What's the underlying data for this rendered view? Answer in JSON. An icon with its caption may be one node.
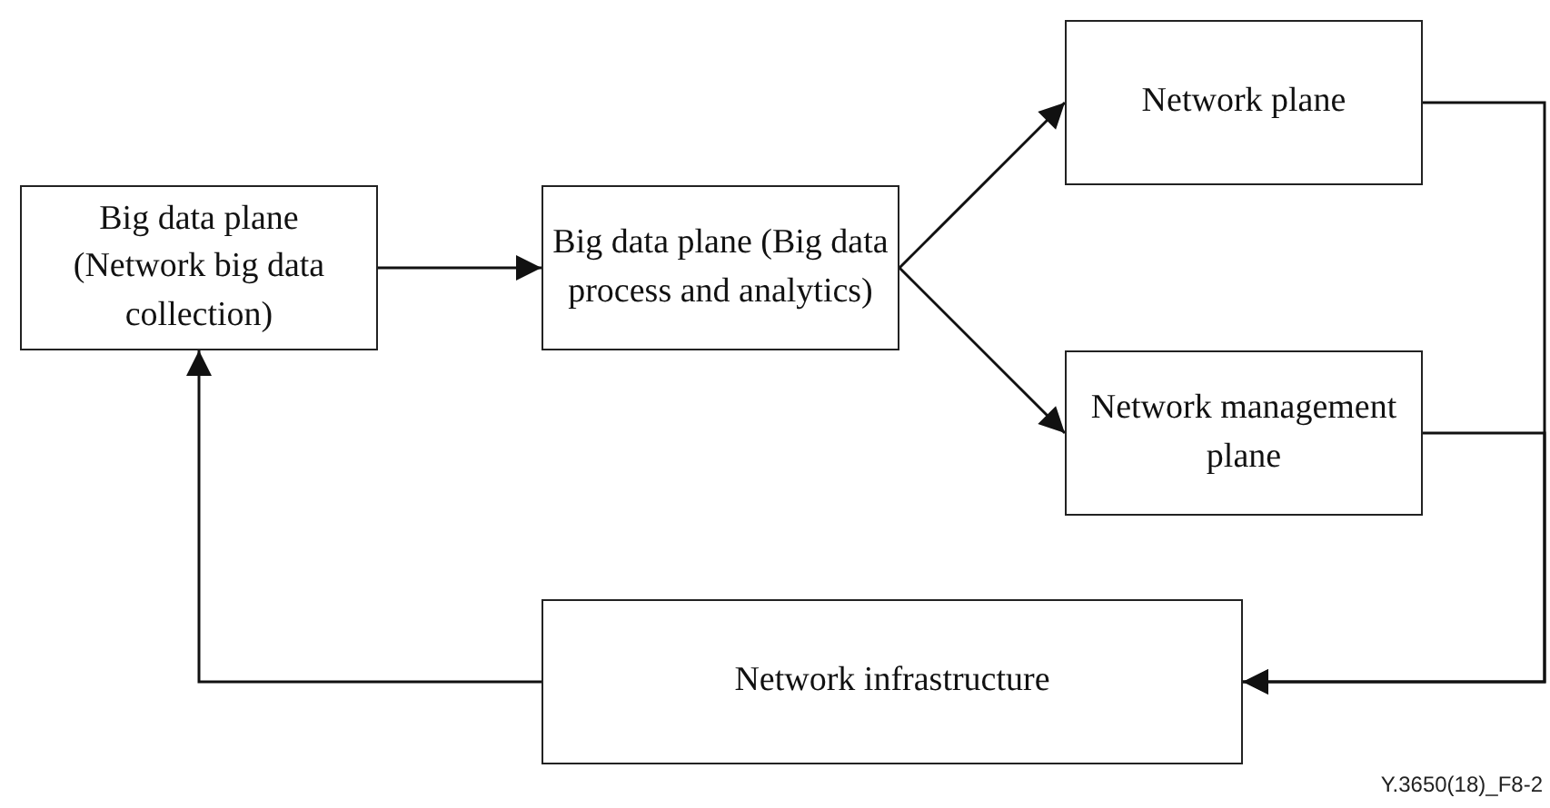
{
  "diagram": {
    "nodes": [
      {
        "text": [
          "Big data plane (Network big data collection)"
        ]
      },
      {
        "text": [
          "Big data plane (Big data process and analytics)"
        ]
      },
      {
        "text": [
          "Network plane"
        ]
      },
      {
        "text": [
          "Network management plane"
        ]
      },
      {
        "text": [
          "Network infrastructure"
        ]
      }
    ],
    "edges": [
      {
        "from": 0,
        "to": 1,
        "arrow": "to"
      },
      {
        "from": 1,
        "to": 2,
        "arrow": "to"
      },
      {
        "from": 1,
        "to": 3,
        "arrow": "to"
      },
      {
        "from": 2,
        "to": 4,
        "arrow": "to"
      },
      {
        "from": 3,
        "to": 4,
        "arrow": "to"
      },
      {
        "from": 4,
        "to": 0,
        "arrow": "to"
      }
    ],
    "labels": [
      "Y.3650(18)_F8-2"
    ]
  }
}
